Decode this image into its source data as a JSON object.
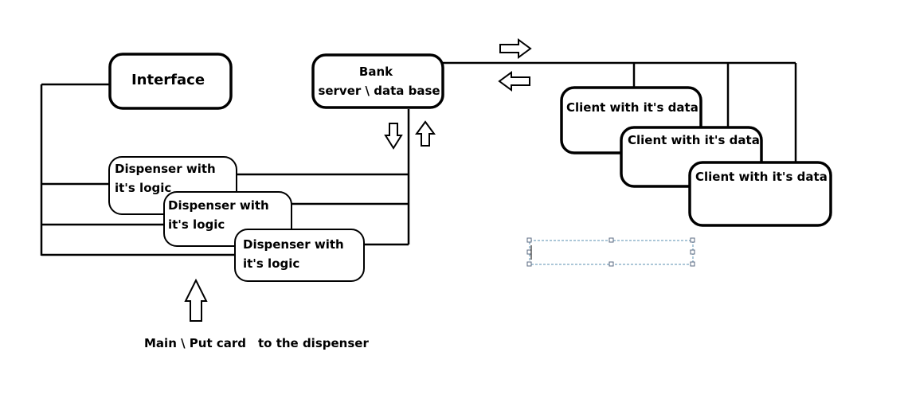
{
  "nodes": {
    "interface": {
      "label": "Interface"
    },
    "bank": {
      "line1": "Bank",
      "line2": "server \\ data base"
    },
    "dispensers": [
      {
        "line1": "Dispenser with",
        "line2": "it's logic"
      },
      {
        "line1": "Dispenser with",
        "line2": "it's logic"
      },
      {
        "line1": "Dispenser with",
        "line2": "it's logic"
      }
    ],
    "clients": [
      {
        "label": "Client with it's data"
      },
      {
        "label": "Client with it's data"
      },
      {
        "label": "Client with it's data"
      }
    ]
  },
  "caption": {
    "main": "Main \\ Put card",
    "rest": "to the dispenser"
  }
}
